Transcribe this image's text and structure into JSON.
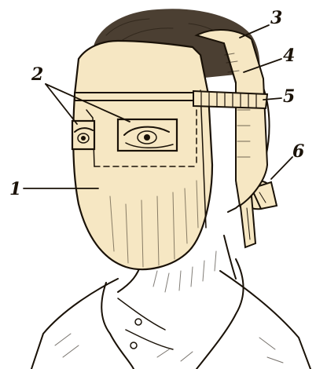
{
  "figure": {
    "labels": [
      "1",
      "2",
      "3",
      "4",
      "5",
      "6"
    ],
    "parts": {
      "mask": "mask-panel",
      "eye_openings": "eye-openings",
      "head_strap_vertical": "head-strap-vertical",
      "strap_band": "strap-band",
      "buckle_band": "buckle-band",
      "ties": "neck-ties"
    },
    "colors": {
      "ink": "#1a1208",
      "hair": "#2b1d0e",
      "skin": "#f6e7c3",
      "background": "#ffffff"
    }
  }
}
